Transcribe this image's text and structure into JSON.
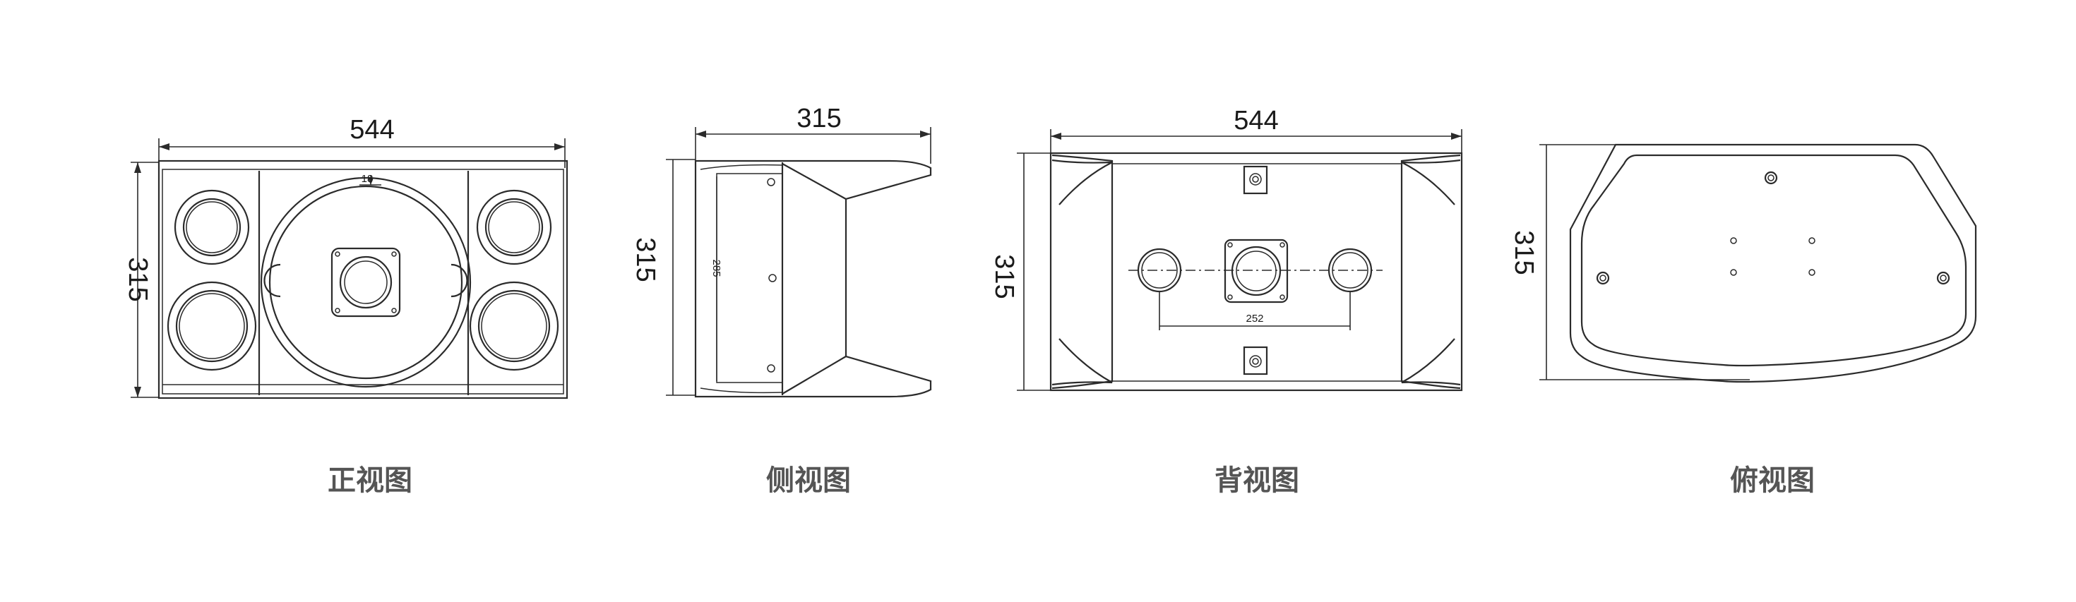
{
  "views": {
    "front": {
      "caption": "正视图",
      "width_label": "544",
      "height_label": "315",
      "inner_label": "18"
    },
    "side": {
      "caption": "侧视图",
      "depth_label": "315",
      "height_label": "315",
      "inner_label": "285"
    },
    "back": {
      "caption": "背视图",
      "width_label": "544",
      "height_label": "315",
      "spacing_label": "252"
    },
    "top": {
      "caption": "俯视图",
      "height_label": "315"
    }
  }
}
